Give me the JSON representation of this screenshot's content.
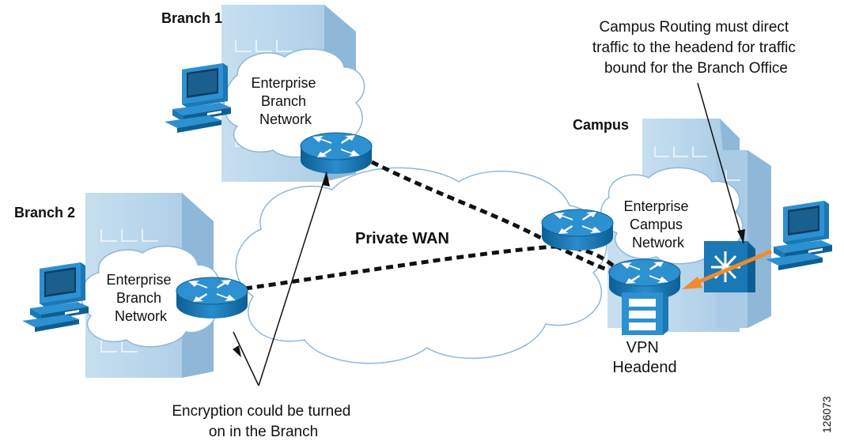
{
  "labels": {
    "branch1": "Branch 1",
    "branch2": "Branch 2",
    "campus": "Campus",
    "private_wan": "Private WAN",
    "figure_id": "126073"
  },
  "branch1_network": [
    "Enterprise",
    "Branch",
    "Network"
  ],
  "branch2_network": [
    "Enterprise",
    "Branch",
    "Network"
  ],
  "campus_network": [
    "Enterprise",
    "Campus",
    "Network"
  ],
  "vpn_headend": [
    "VPN",
    "Headend"
  ],
  "callouts": {
    "campus_routing": [
      "Campus Routing must direct",
      "traffic to the headend for traffic",
      "bound for the Branch Office"
    ],
    "encryption": [
      "Encryption could be turned",
      "on in the Branch"
    ]
  },
  "colors": {
    "building": "#b7d4ea",
    "building_dark": "#8fb8d8",
    "router": "#1a78b4",
    "accent_arrow": "#f08a2c",
    "tunnel": "#111111"
  }
}
